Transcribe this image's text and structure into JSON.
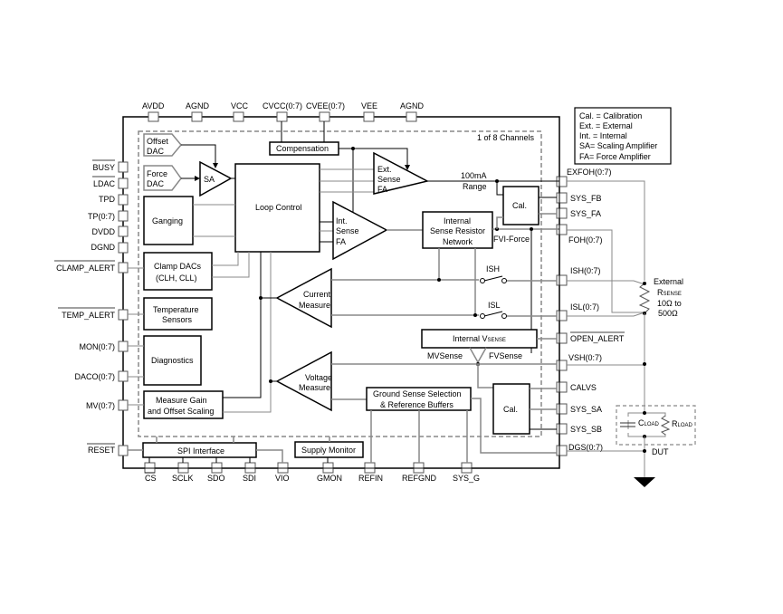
{
  "diagram": {
    "channel_label": "1 of 8 Channels",
    "legend": [
      "Cal. = Calibration",
      "Ext. = External",
      "Int. = Internal",
      "SA= Scaling Amplifier",
      "FA= Force Amplifier"
    ],
    "top_pins": [
      "AVDD",
      "AGND",
      "VCC",
      "CVCC(0:7)",
      "CVEE(0:7)",
      "VEE",
      "AGND"
    ],
    "left_pins": [
      "BUSY",
      "LDAC",
      "TPD",
      "TP(0:7)",
      "DVDD",
      "DGND",
      "CLAMP_ALERT",
      "TEMP_ALERT",
      "MON(0:7)",
      "DACO(0:7)",
      "MV(0:7)",
      "RESET"
    ],
    "bottom_pins": [
      "CS",
      "SCLK",
      "SDO",
      "SDI",
      "VIO",
      "GMON",
      "REFIN",
      "REFGND",
      "SYS_G"
    ],
    "right_pins": [
      "EXFOH(0:7)",
      "SYS_FB",
      "SYS_FA",
      "FOH(0:7)",
      "ISH(0:7)",
      "ISL(0:7)",
      "OPEN_ALERT",
      "VSH(0:7)",
      "CALVS",
      "SYS_SA",
      "SYS_SB",
      "DGS(0:7)"
    ],
    "blocks": {
      "offset_dac": [
        "Offset",
        "DAC"
      ],
      "force_dac": [
        "Force",
        "DAC"
      ],
      "sa": "SA",
      "compensation": "Compensation",
      "loop_control": "Loop Control",
      "ganging": "Ganging",
      "clamp_dacs": [
        "Clamp DACs",
        "(CLH, CLL)"
      ],
      "temperature_sensors": [
        "Temperature",
        "Sensors"
      ],
      "diagnostics": "Diagnostics",
      "measure_gain": [
        "Measure Gain",
        "and Offset Scaling"
      ],
      "ext_sense_fa": [
        "Ext.",
        "Sense",
        "FA"
      ],
      "int_sense_fa": [
        "Int.",
        "Sense",
        "FA"
      ],
      "internal_sense_resistor": [
        "Internal",
        "Sense Resistor",
        "Network"
      ],
      "cal_top": "Cal.",
      "cal_bottom": "Cal.",
      "current_measure": [
        "Current",
        "Measure"
      ],
      "voltage_measure": [
        "Voltage",
        "Measure"
      ],
      "internal_vsense": "Internal V",
      "internal_vsense_sub": "SENSE",
      "ground_sense": [
        "Ground Sense Selection",
        "& Reference Buffers"
      ],
      "spi_interface": "SPI Interface",
      "supply_monitor": "Supply Monitor"
    },
    "labels": {
      "range_100ma": [
        "100mA",
        "Range"
      ],
      "fvi_force": "FVI-Force",
      "ish": "ISH",
      "isl": "ISL",
      "mv_sense": "MVSense",
      "fv_sense": "FVSense",
      "external_rsense": [
        "External",
        "R",
        "SENSE",
        "10Ω to",
        "500Ω"
      ],
      "cload": "C",
      "cload_sub": "LOAD",
      "rload": "R",
      "rload_sub": "LOAD",
      "dut": "DUT"
    }
  }
}
